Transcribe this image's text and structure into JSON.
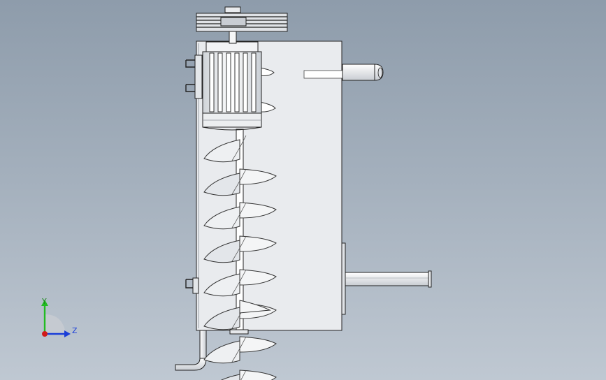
{
  "viewport": {
    "background_top": "#8e9cab",
    "background_bottom": "#bfc8d2"
  },
  "model": {
    "line_color": "#111111",
    "body_fill": "#e9ebee",
    "flight_count": 8
  },
  "triad": {
    "y_label": "Y",
    "z_label": "Z",
    "y_color": "#22bb22",
    "z_color": "#1a3ed8",
    "x_color": "#d11a1a"
  }
}
